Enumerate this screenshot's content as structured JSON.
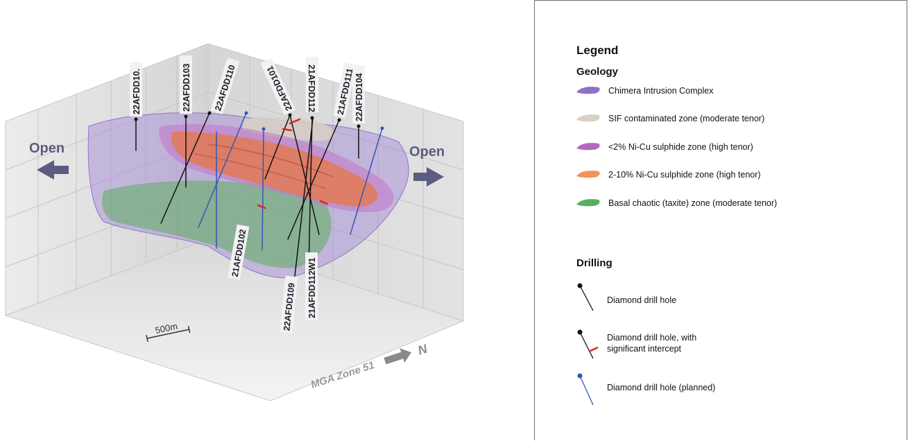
{
  "scene": {
    "open_left": "Open",
    "open_right": "Open",
    "scale_label": "500m",
    "grid_label": "MGA Zone 51",
    "north_label": "N",
    "drill_holes": {
      "h1": "22AFDD10.",
      "h2": "22AFDD103",
      "h3": "22AFDD110",
      "h4": "22AFDD101",
      "h5": "21AFDD112",
      "h6": "21AFDD111",
      "h7": "22AFDD104",
      "h8": "21AFDD102",
      "h9": "22AFDD109",
      "h10": "21AFDD112W1"
    },
    "colors": {
      "intrusion": "#9b7fd6",
      "sif": "#d9d2c4",
      "low_sulphide": "#c37ac8",
      "high_sulphide": "#f0905c",
      "basal": "#5cad5e",
      "hole": "#111111",
      "planned": "#3455b5",
      "intercept": "#e02020",
      "arrow": "#5c5c82"
    }
  },
  "legend": {
    "title": "Legend",
    "geology_heading": "Geology",
    "geology": [
      {
        "label": "Chimera Intrusion Complex",
        "color": "#8e70c4"
      },
      {
        "label": "SIF contaminated zone (moderate tenor)",
        "color": "#d8d0c2"
      },
      {
        "label": "<2% Ni-Cu sulphide zone (high tenor)",
        "color": "#b469bf"
      },
      {
        "label": "2-10% Ni-Cu sulphide zone (high tenor)",
        "color": "#f2935c"
      },
      {
        "label": "Basal chaotic (taxite) zone (moderate tenor)",
        "color": "#5cad5e"
      }
    ],
    "drilling_heading": "Drilling",
    "drilling": [
      {
        "label": "Diamond drill hole"
      },
      {
        "label_line1": "Diamond drill hole, with",
        "label_line2": "significant intercept"
      },
      {
        "label": "Diamond drill hole (planned)"
      }
    ]
  }
}
